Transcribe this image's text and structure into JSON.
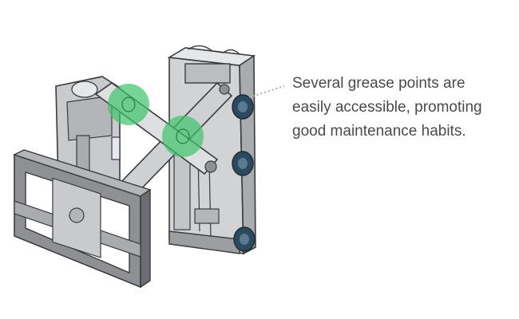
{
  "callout": {
    "text": "Several grease points are easily accessible, promoting good maintenance habits."
  },
  "colors": {
    "highlight": "#3cc36a",
    "metal_light": "#d2d3d5",
    "metal_mid": "#a9abae",
    "metal_dark": "#6b6d70",
    "outline": "#3a3b3d",
    "roller": "#2c4a5e"
  },
  "diagram": {
    "subject": "forklift-attachment-scissor-mechanism",
    "grease_point_count": 2,
    "roller_count": 3
  }
}
